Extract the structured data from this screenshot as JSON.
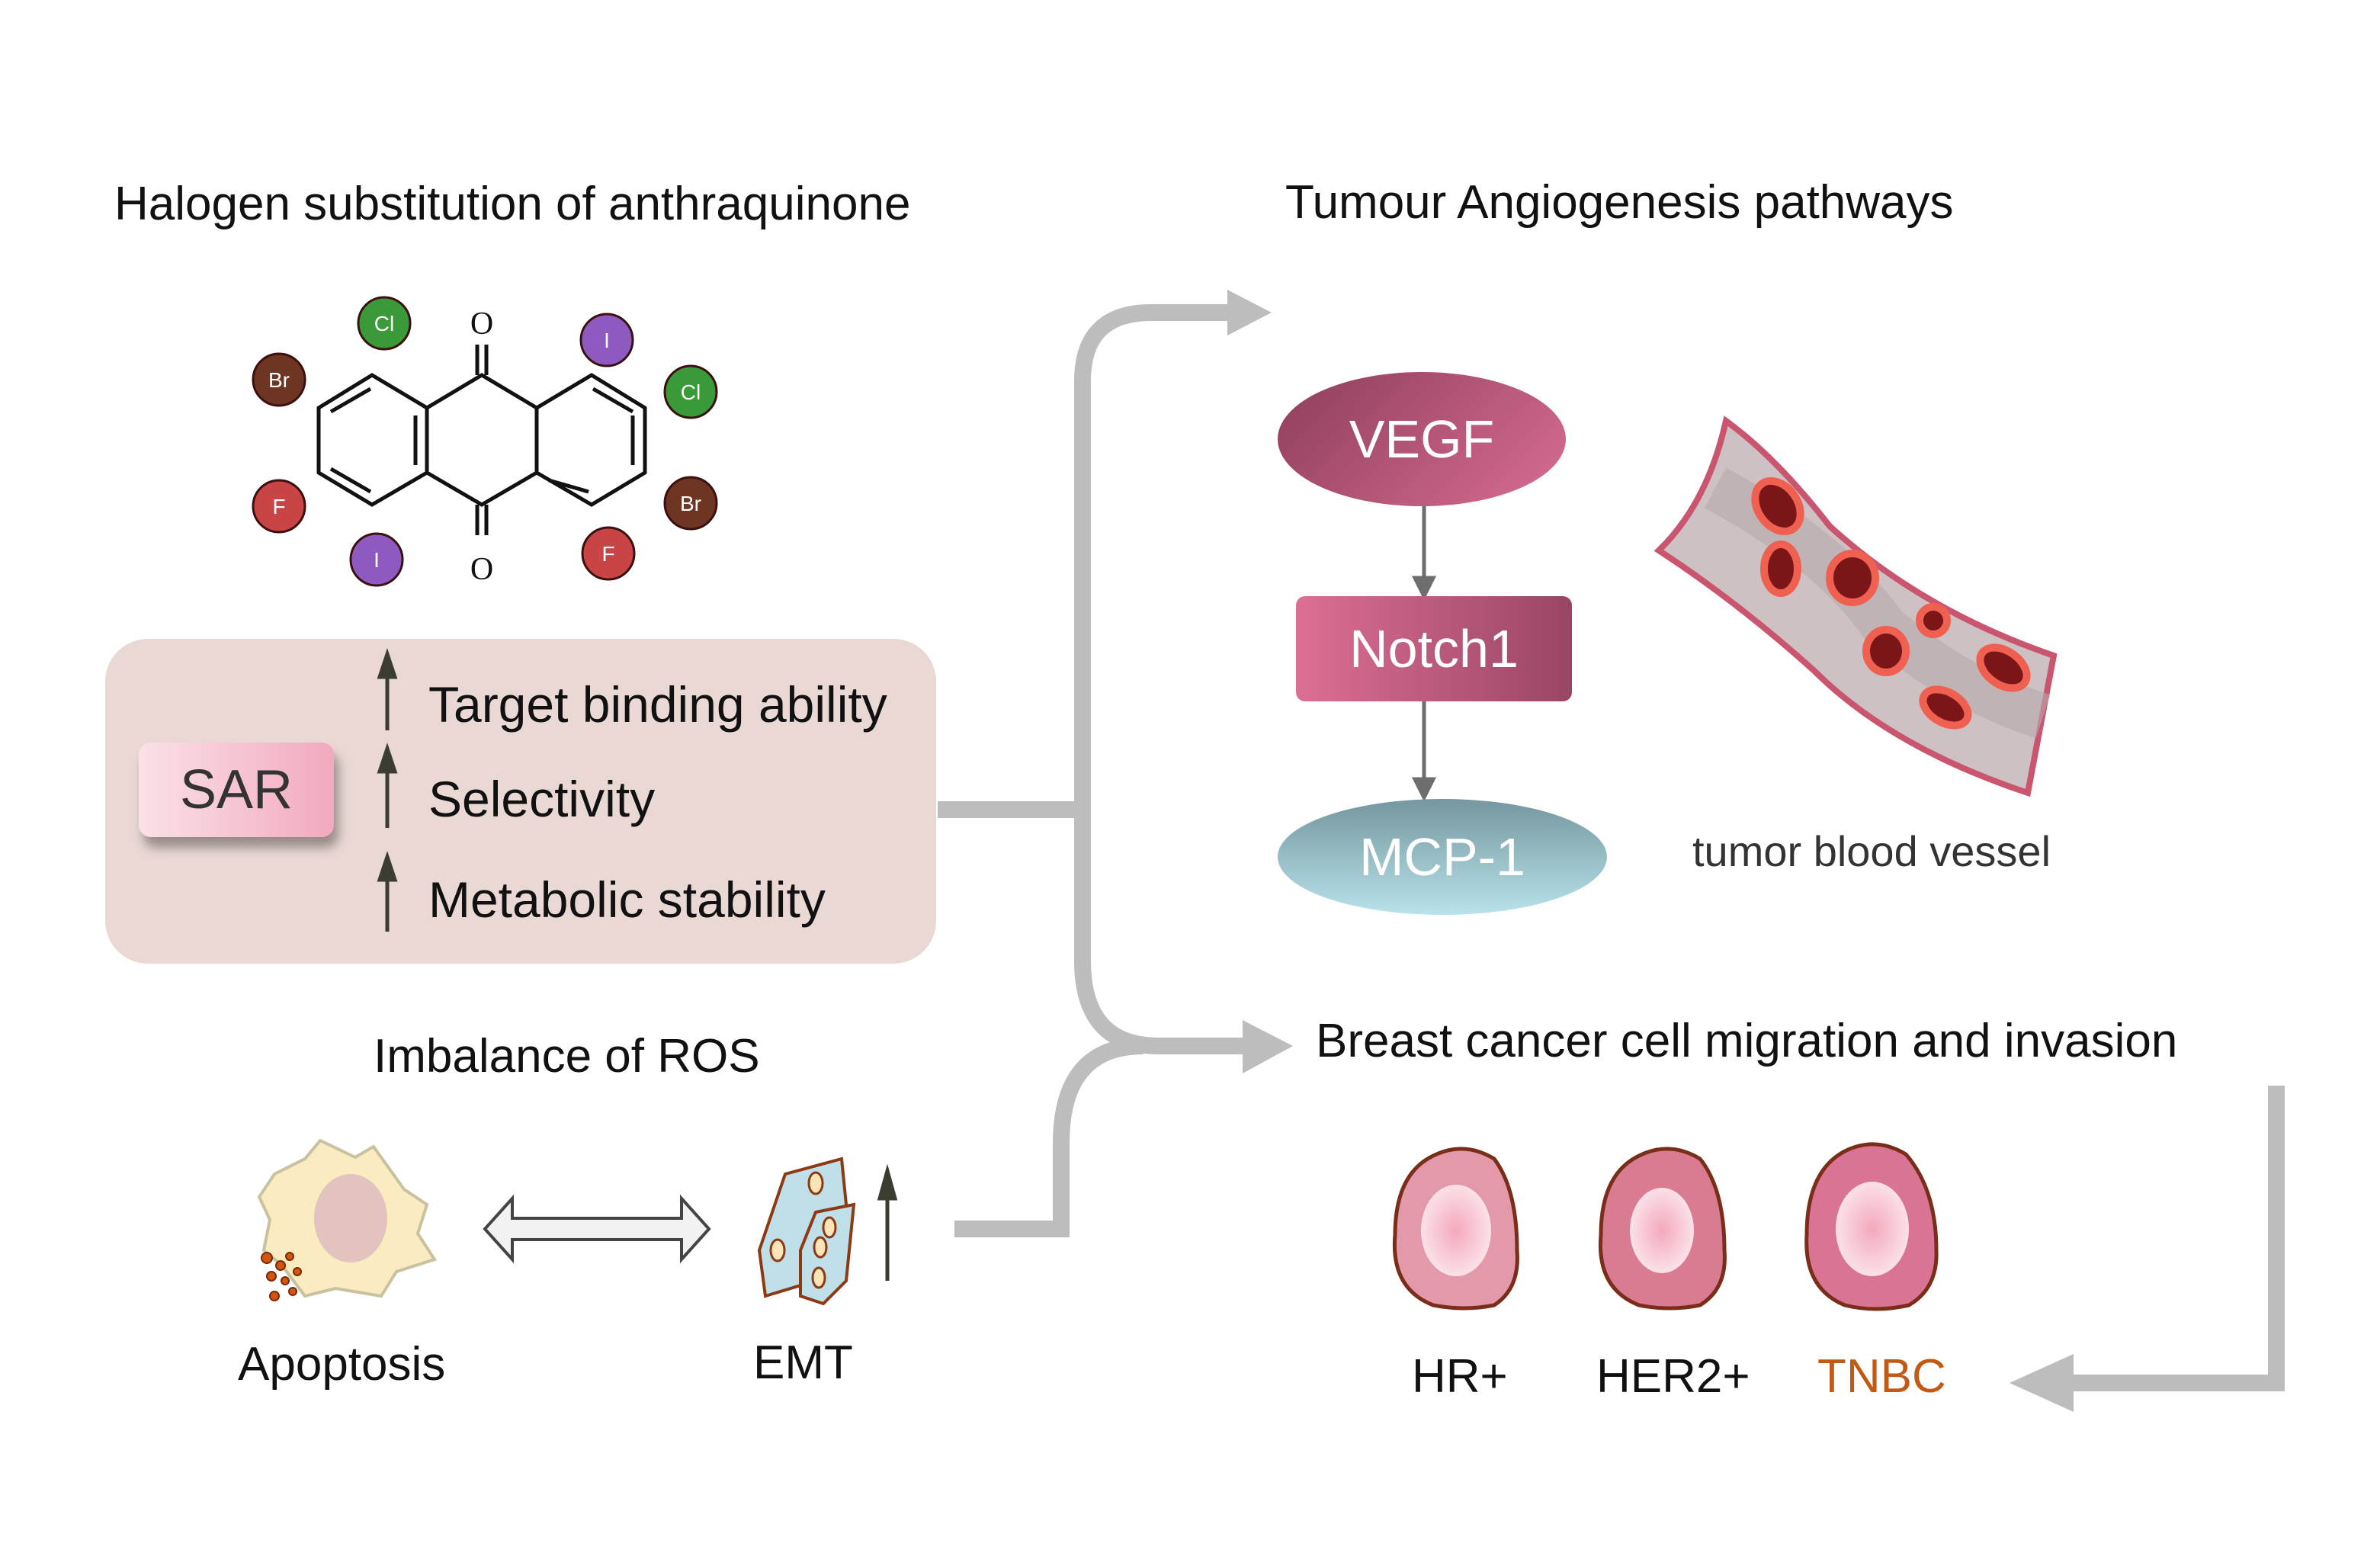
{
  "sections": {
    "halogen": {
      "title": "Halogen substitution of anthraquinone",
      "oxygen_label": "O",
      "substituents": [
        {
          "symbol": "Cl",
          "color": "#3a9a3a"
        },
        {
          "symbol": "Br",
          "color": "#6e3522"
        },
        {
          "symbol": "F",
          "color": "#c94444"
        },
        {
          "symbol": "I",
          "color": "#8e5ac0"
        },
        {
          "symbol": "I",
          "color": "#8e5ac0"
        },
        {
          "symbol": "Cl",
          "color": "#3a9a3a"
        },
        {
          "symbol": "Br",
          "color": "#6e3522"
        },
        {
          "symbol": "F",
          "color": "#c94444"
        }
      ]
    },
    "sar": {
      "badge": "SAR",
      "items": [
        {
          "label": "Target binding ability",
          "direction": "up"
        },
        {
          "label": "Selectivity",
          "direction": "up"
        },
        {
          "label": "Metabolic stability",
          "direction": "up"
        }
      ]
    },
    "ros": {
      "title": "Imbalance of ROS",
      "left_label": "Apoptosis",
      "right_label": "EMT",
      "emt_direction": "up"
    },
    "angiogenesis": {
      "title": "Tumour Angiogenesis pathways",
      "pathway": [
        "VEGF",
        "Notch1",
        "MCP-1"
      ],
      "vessel_label": "tumor blood vessel"
    },
    "breast_cancer": {
      "title": "Breast cancer cell migration and invasion",
      "subtypes": [
        {
          "label": "HR+",
          "color": "#111111"
        },
        {
          "label": "HER2+",
          "color": "#111111"
        },
        {
          "label": "TNBC",
          "color": "#c05a14"
        }
      ]
    }
  },
  "colors": {
    "connector": "#bdbdbd",
    "sar_panel": "#ead8d4",
    "highlight_text": "#c05a14"
  }
}
